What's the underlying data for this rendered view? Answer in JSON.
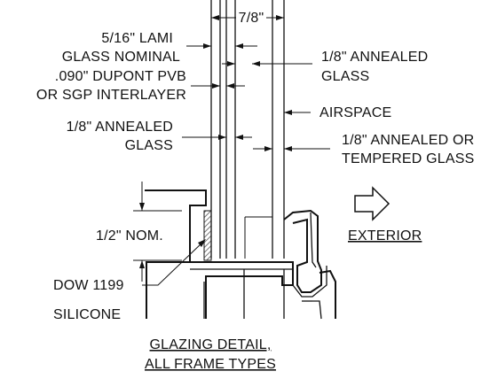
{
  "labels": {
    "dim_top": "7/8\"",
    "lami_1": "5/16\" LAMI",
    "lami_2": "GLASS NOMINAL",
    "pvb_1": ".090\" DUPONT PVB",
    "pvb_2": "OR SGP INTERLAYER",
    "annealed_left_1": "1/8\" ANNEALED",
    "annealed_left_2": "GLASS",
    "annealed_right_1": "1/8\" ANNEALED",
    "annealed_right_2": "GLASS",
    "airspace": "AIRSPACE",
    "tempered_1": "1/8\" ANNEALED OR",
    "tempered_2": "TEMPERED GLASS",
    "nominal": "1/2\" NOM.",
    "exterior": "EXTERIOR",
    "dow_1": "DOW 1199",
    "dow_2": "SILICONE",
    "caption_1": "GLAZING DETAIL,",
    "caption_2": "ALL FRAME TYPES"
  },
  "colors": {
    "ink": "#111111",
    "paper": "#ffffff",
    "sealant_fill": "#777777"
  },
  "icons": {
    "direction": "arrow-right-outline-icon"
  }
}
